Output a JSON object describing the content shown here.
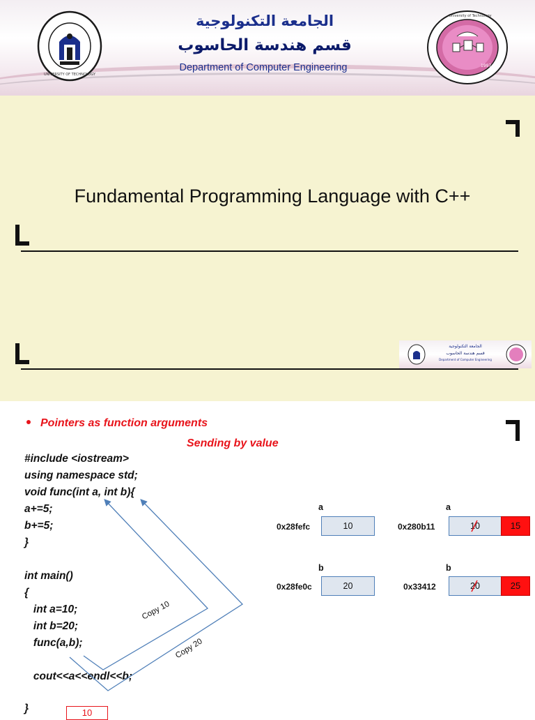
{
  "header": {
    "arabic_university": "الجامعة التكنولوجية",
    "arabic_department": "قسم هندسة الحاسوب",
    "department": "Department of Computer Engineering",
    "left_logo_text": "UNIVERSITY OF TECHNOLOGY",
    "right_logo_text": "University of Technology",
    "right_logo_year": "1997"
  },
  "title_slide": {
    "title": "Fundamental Programming Language with C++"
  },
  "content_slide": {
    "bullet": "Pointers as function arguments",
    "subheading": "Sending by value",
    "code_lines": [
      "#include <iostream>",
      "using namespace std;",
      "void func(int a, int b){",
      "a+=5;",
      "b+=5;",
      "}",
      "",
      "int main()",
      "{",
      "   int a=10;",
      "   int b=20;",
      "   func(a,b);",
      "",
      "   cout<<a<<endl<<b;",
      "",
      "}"
    ],
    "copy_labels": [
      "Copy 10",
      "Copy 20"
    ],
    "main_vars": [
      {
        "name": "a",
        "address": "0x28fefc",
        "value": "10"
      },
      {
        "name": "b",
        "address": "0x28fe0c",
        "value": "20"
      }
    ],
    "func_vars": [
      {
        "name": "a",
        "address": "0x280b11",
        "old_value": "10",
        "new_value": "15"
      },
      {
        "name": "b",
        "address": "0x33412",
        "old_value": "20",
        "new_value": "25"
      }
    ],
    "output_value": "10"
  }
}
